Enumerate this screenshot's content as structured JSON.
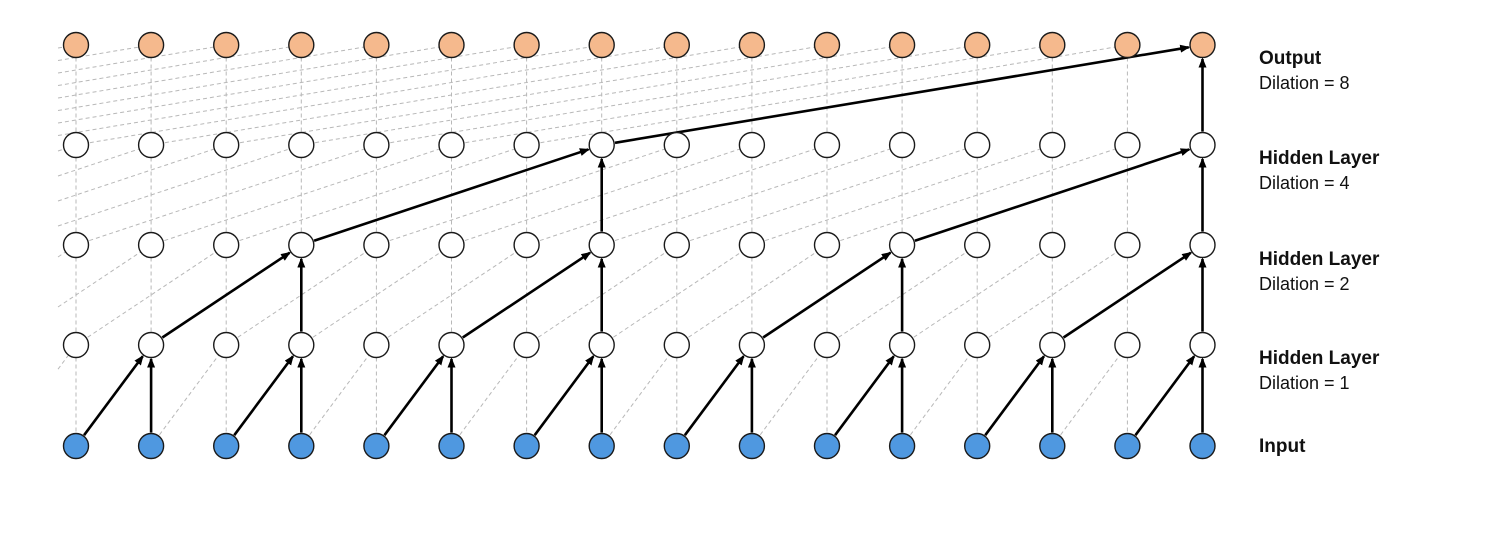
{
  "colors": {
    "output_fill": "#F5B98D",
    "input_fill": "#4F98E0",
    "hidden_fill": "#FFFFFF",
    "node_stroke": "#1A1A1A",
    "arrow": "#000000",
    "dashed_line": "#B8B8B8"
  },
  "diagram": {
    "type": "dilated-causal-convolution",
    "timesteps": 16,
    "layers": [
      {
        "id": "output",
        "title": "Output",
        "subtitle": "Dilation = 8",
        "node_style": "output",
        "dilation": 8
      },
      {
        "id": "hidden3",
        "title": "Hidden Layer",
        "subtitle": "Dilation = 4",
        "node_style": "hidden",
        "dilation": 4
      },
      {
        "id": "hidden2",
        "title": "Hidden Layer",
        "subtitle": "Dilation = 2",
        "node_style": "hidden",
        "dilation": 2
      },
      {
        "id": "hidden1",
        "title": "Hidden Layer",
        "subtitle": "Dilation = 1",
        "node_style": "hidden",
        "dilation": 1
      },
      {
        "id": "input",
        "title": "Input",
        "subtitle": "",
        "node_style": "input",
        "dilation": 0
      }
    ]
  }
}
